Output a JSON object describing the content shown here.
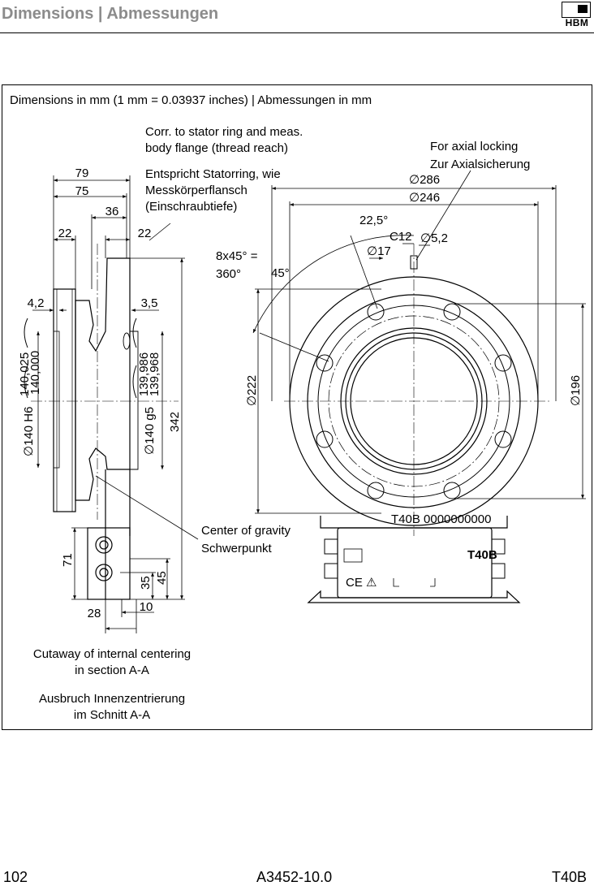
{
  "header": {
    "title": "Dimensions | Abmessungen",
    "logo_text": "HBM"
  },
  "figure": {
    "caption": "Dimensions in mm (1 mm = 0.03937 inches) | Abmessungen in mm",
    "notes": {
      "thread_reach_en_1": "Corr. to stator ring and meas.",
      "thread_reach_en_2": "body flange (thread reach)",
      "thread_reach_de_1": "Entspricht Statorring, wie",
      "thread_reach_de_2": "Messkörperflansch",
      "thread_reach_de_3": "(Einschraubtiefe)",
      "axial_en": "For axial locking",
      "axial_de": "Zur Axialsicherung",
      "cog_en": "Center of gravity",
      "cog_de": "Schwerpunkt",
      "cutaway_en_1": "Cutaway of internal centering",
      "cutaway_en_2": "in section A-A",
      "cutaway_de_1": "Ausbruch Innenzentrierung",
      "cutaway_de_2": "im Schnitt A-A",
      "bolt_pattern_1": "8x45° =",
      "bolt_pattern_2": "360°"
    },
    "dims": {
      "d79": "79",
      "d75": "75",
      "d36": "36",
      "d22a": "22",
      "d22b": "22",
      "d4_2": "4,2",
      "d3_5": "3,5",
      "tol_h6_1": "140,025",
      "tol_h6_2": "140,000",
      "fit_h6": "∅140 H6",
      "tol_g5_1": "139,986",
      "tol_g5_2": "139,968",
      "fit_g5": "∅140 g5",
      "d342": "342",
      "d71": "71",
      "d35": "35",
      "d45": "45",
      "d10": "10",
      "d28": "28",
      "dia286": "∅286",
      "dia246": "∅246",
      "angle22_5": "22,5°",
      "c12": "C12",
      "dia5_2": "∅5,2",
      "dia17": "∅17",
      "angle45": "45°",
      "dia222": "∅222",
      "dia196": "∅196"
    },
    "plate_text": {
      "t40b": "T40B",
      "ce": "CE ⚠",
      "nameplate": "T40B 0000000000"
    }
  },
  "footer": {
    "page": "102",
    "doc": "A3452-10.0",
    "product": "T40B"
  }
}
